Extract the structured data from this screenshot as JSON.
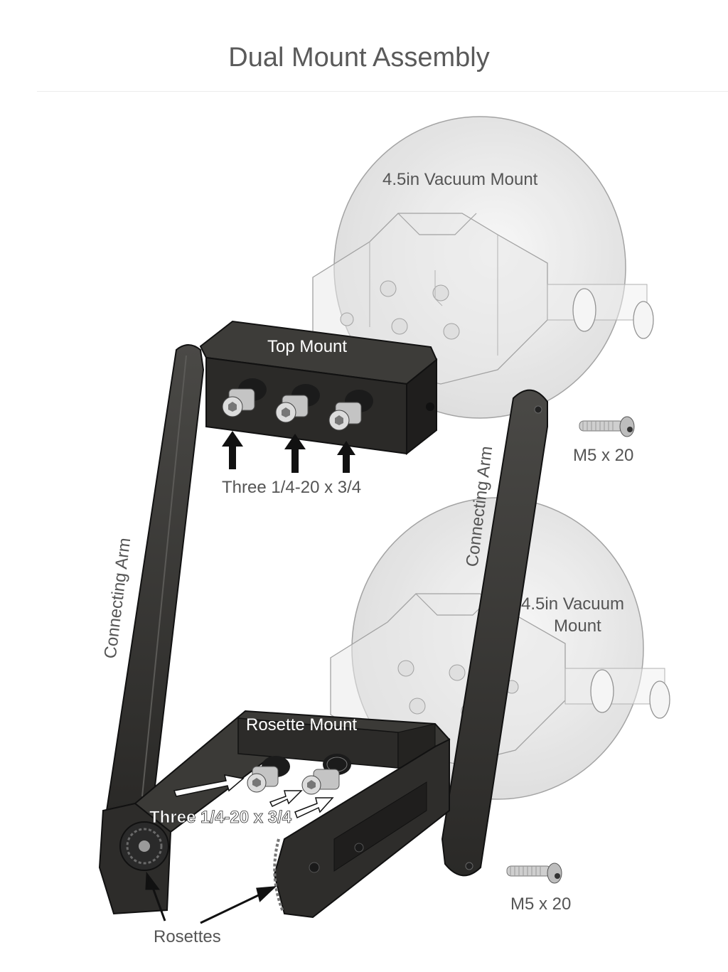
{
  "title": "Dual Mount Assembly",
  "labels": {
    "vacuum_top": "4.5in Vacuum Mount",
    "vacuum_bottom_line1": "4.5in Vacuum",
    "vacuum_bottom_line2": "Mount",
    "top_mount": "Top Mount",
    "rosette_mount": "Rosette Mount",
    "screws_top": "Three 1/4-20 x 3/4",
    "screws_bottom": "Three 1/4-20 x 3/4",
    "connecting_arm_left": "Connecting Arm",
    "connecting_arm_right": "Connecting Arm",
    "bolt_top": "M5  x 20",
    "bolt_bottom": "M5  x 20",
    "rosettes": "Rosettes"
  },
  "colors": {
    "part_dark": "#2e2d2b",
    "part_edge": "#1a1a1a",
    "ghost": "#b8b8b8",
    "screw": "#c9c9c9"
  }
}
